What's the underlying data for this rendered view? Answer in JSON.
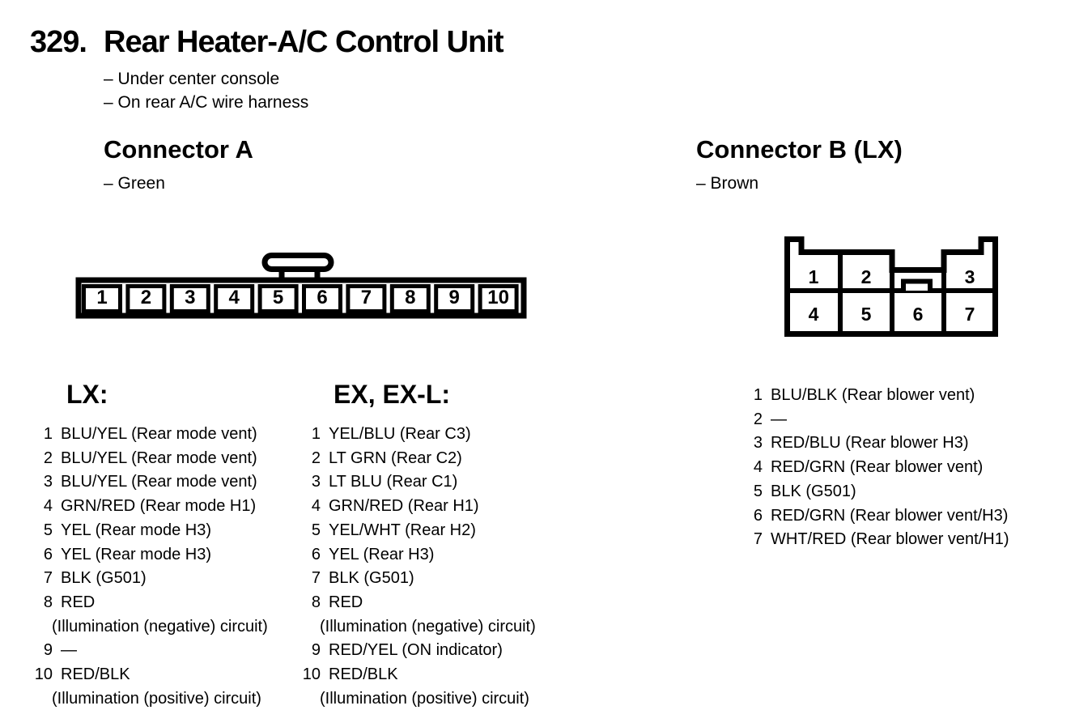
{
  "page": {
    "number": "329.",
    "title": "Rear Heater-A/C Control Unit",
    "notes": [
      "– Under center console",
      "– On rear A/C wire harness"
    ]
  },
  "connector_a": {
    "heading": "Connector A",
    "color_note": "– Green",
    "pins": [
      "1",
      "2",
      "3",
      "4",
      "5",
      "6",
      "7",
      "8",
      "9",
      "10"
    ],
    "variants": {
      "lx": {
        "heading": "LX:",
        "items": [
          {
            "num": "1",
            "label": "BLU/YEL (Rear mode vent)"
          },
          {
            "num": "2",
            "label": "BLU/YEL (Rear mode vent)"
          },
          {
            "num": "3",
            "label": "BLU/YEL (Rear mode vent)"
          },
          {
            "num": "4",
            "label": "GRN/RED (Rear mode H1)"
          },
          {
            "num": "5",
            "label": "YEL (Rear mode H3)"
          },
          {
            "num": "6",
            "label": "YEL (Rear mode H3)"
          },
          {
            "num": "7",
            "label": "BLK (G501)"
          },
          {
            "num": "8",
            "label": "RED",
            "sub": "(Illumination (negative) circuit)"
          },
          {
            "num": "9",
            "label": "—"
          },
          {
            "num": "10",
            "label": "RED/BLK",
            "sub": "(Illumination (positive) circuit)"
          }
        ]
      },
      "ex": {
        "heading": "EX, EX-L:",
        "items": [
          {
            "num": "1",
            "label": "YEL/BLU (Rear C3)"
          },
          {
            "num": "2",
            "label": "LT GRN (Rear C2)"
          },
          {
            "num": "3",
            "label": "LT BLU (Rear C1)"
          },
          {
            "num": "4",
            "label": "GRN/RED (Rear H1)"
          },
          {
            "num": "5",
            "label": "YEL/WHT (Rear H2)"
          },
          {
            "num": "6",
            "label": "YEL (Rear H3)"
          },
          {
            "num": "7",
            "label": "BLK (G501)"
          },
          {
            "num": "8",
            "label": "RED",
            "sub": "(Illumination (negative) circuit)"
          },
          {
            "num": "9",
            "label": "RED/YEL (ON indicator)"
          },
          {
            "num": "10",
            "label": "RED/BLK",
            "sub": "(Illumination (positive) circuit)"
          }
        ]
      }
    }
  },
  "connector_b": {
    "heading": "Connector B (LX)",
    "color_note": "– Brown",
    "pins": [
      "1",
      "2",
      "3",
      "4",
      "5",
      "6",
      "7"
    ],
    "items": [
      {
        "num": "1",
        "label": "BLU/BLK (Rear blower vent)"
      },
      {
        "num": "2",
        "label": "—"
      },
      {
        "num": "3",
        "label": "RED/BLU (Rear blower H3)"
      },
      {
        "num": "4",
        "label": "RED/GRN (Rear blower vent)"
      },
      {
        "num": "5",
        "label": "BLK (G501)"
      },
      {
        "num": "6",
        "label": "RED/GRN (Rear blower vent/H3)"
      },
      {
        "num": "7",
        "label": "WHT/RED (Rear blower vent/H1)"
      }
    ]
  }
}
